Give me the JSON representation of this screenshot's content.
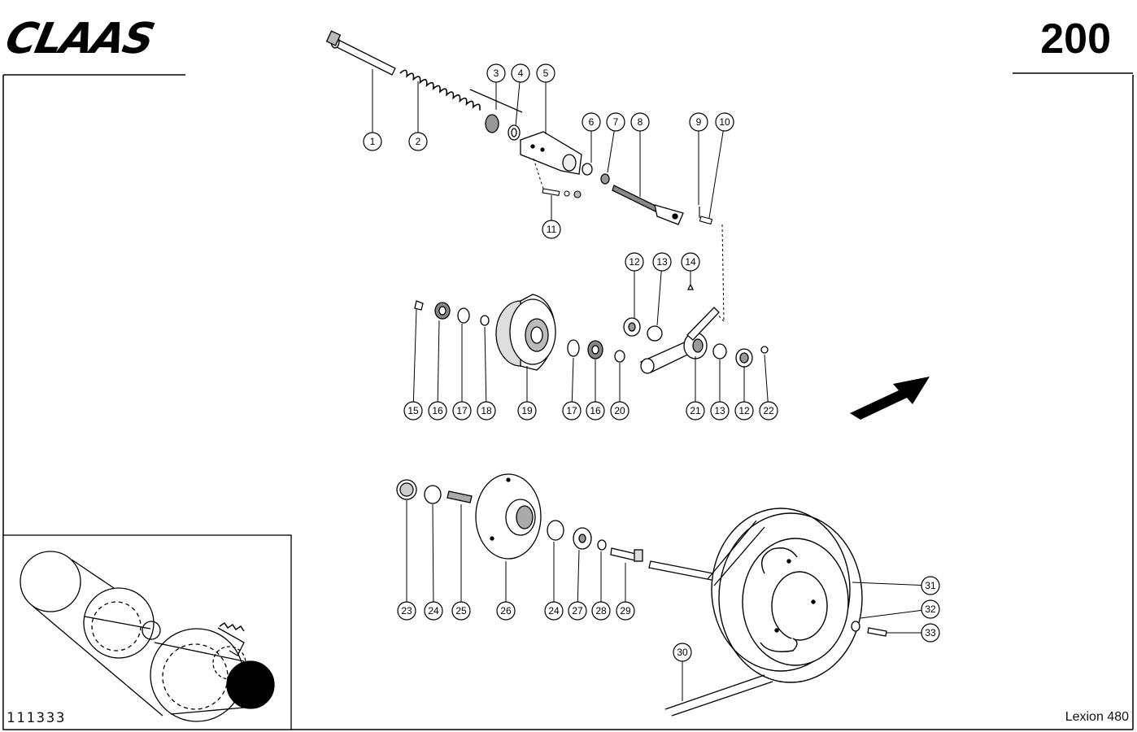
{
  "header": {
    "brand": "CLAAS",
    "page_number": "200"
  },
  "footer": {
    "document_number": "111333",
    "model": "Lexion 480"
  },
  "callouts": [
    {
      "label": "1"
    },
    {
      "label": "2"
    },
    {
      "label": "3"
    },
    {
      "label": "4"
    },
    {
      "label": "5"
    },
    {
      "label": "6"
    },
    {
      "label": "7"
    },
    {
      "label": "8"
    },
    {
      "label": "9"
    },
    {
      "label": "10"
    },
    {
      "label": "11"
    },
    {
      "label": "12"
    },
    {
      "label": "13"
    },
    {
      "label": "14"
    },
    {
      "label": "15"
    },
    {
      "label": "16"
    },
    {
      "label": "17"
    },
    {
      "label": "18"
    },
    {
      "label": "19"
    },
    {
      "label": "17"
    },
    {
      "label": "16"
    },
    {
      "label": "20"
    },
    {
      "label": "21"
    },
    {
      "label": "13"
    },
    {
      "label": "12"
    },
    {
      "label": "22"
    },
    {
      "label": "23"
    },
    {
      "label": "24"
    },
    {
      "label": "25"
    },
    {
      "label": "26"
    },
    {
      "label": "24"
    },
    {
      "label": "27"
    },
    {
      "label": "28"
    },
    {
      "label": "29"
    },
    {
      "label": "31"
    },
    {
      "label": "32"
    },
    {
      "label": "33"
    },
    {
      "label": "30"
    }
  ]
}
